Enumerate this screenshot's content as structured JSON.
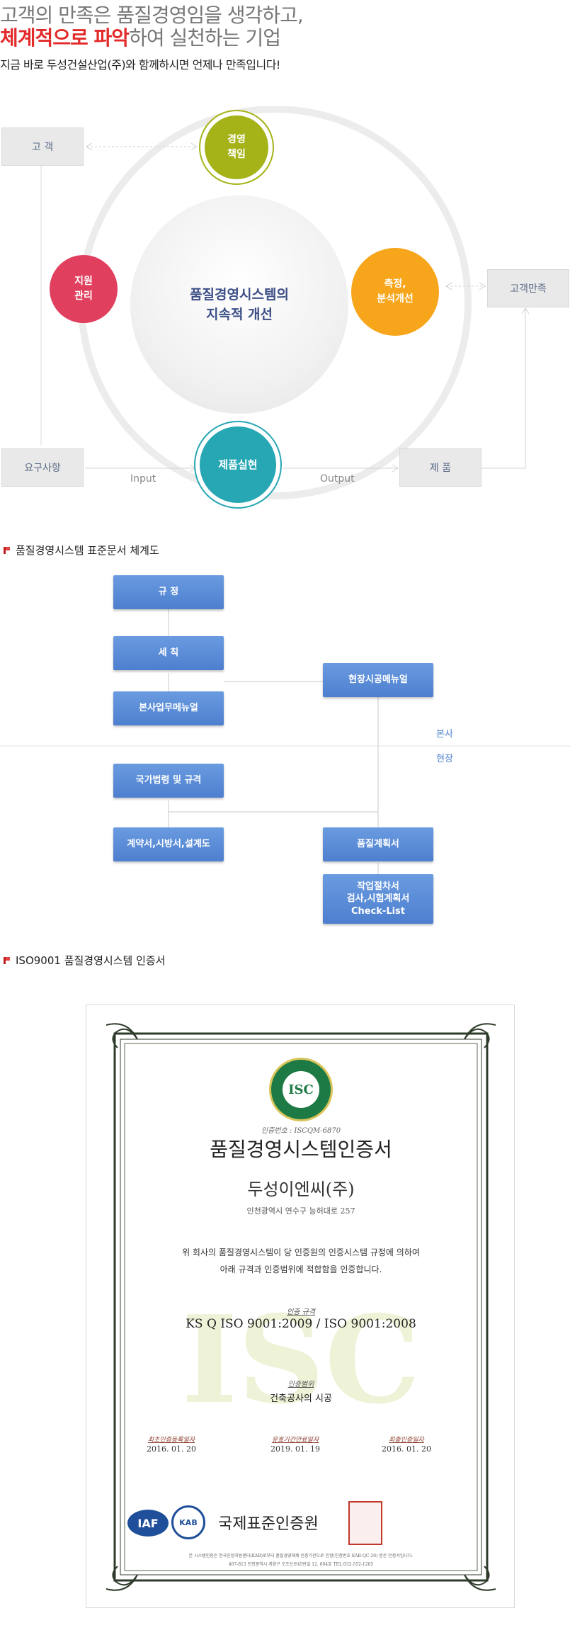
{
  "header": {
    "line1": "고객의 만족은 품질경영임을 생각하고,",
    "line2_highlight": "체계적으로 파악",
    "line2_rest": "하여 실천하는 기업",
    "subline": "지금 바로 두성건설산업(주)와 함께하시면 언제나 만족입니다!"
  },
  "cycle": {
    "center": [
      "품질경영시스템의",
      "지속적 개선"
    ],
    "top": [
      "경영",
      "책임"
    ],
    "left": [
      "지원",
      "관리"
    ],
    "right": [
      "측정,",
      "분석개선"
    ],
    "bottom": "제품실현",
    "box_customer": "고 객",
    "box_requirements": "요구사항",
    "box_product": "제 품",
    "box_satisfaction": "고객만족",
    "label_input": "Input",
    "label_output": "Output",
    "colors": {
      "top": "#a5b318",
      "left": "#e0405e",
      "right": "#f7a51b",
      "bottom": "#27a7b4"
    }
  },
  "section1": {
    "title": "품질경영시스템 표준문서 체계도"
  },
  "org": {
    "rule": "규 정",
    "detail": "세 칙",
    "hq_manual": "본사업무메뉴얼",
    "site_manual": "현장시공메뉴얼",
    "hq": "본사",
    "site": "현장",
    "law": "국가법령 및 규격",
    "contract": "계약서,시방서,설계도",
    "quality_plan": "품질계획서",
    "work_lines": [
      "작업절차서",
      "검사,시험계획서",
      "Check-List"
    ]
  },
  "section2": {
    "title": "ISO9001 품질경영시스템 인증서"
  },
  "certificate": {
    "cert_no": "인증번호 : ISCQM-6870",
    "title": "품질경영시스템인증서",
    "company": "두성이엔씨(주)",
    "address": "인천광역시 연수구 능허대로 257",
    "statement1": "위 회사의 품질경영시스템이 당 인증원의 인증시스템 규정에 의하여",
    "statement2": "아래 규격과 인증범위에 적합함을 인증합니다.",
    "std_label": "인증 규격",
    "standard": "KS Q ISO 9001:2009 / ISO 9001:2008",
    "scope_label": "인증범위",
    "scope": "건축공사의 시공",
    "date_labels": [
      "최초인증등록일자",
      "유효기간만료일자",
      "최종인증일자"
    ],
    "dates": [
      "2016. 01. 20",
      "2019. 01. 19",
      "2016. 01. 20"
    ],
    "logo_isc": "ISC",
    "logo_iaf": "IAF",
    "logo_kab": "KAB",
    "issuer": "국제표준인증원",
    "footer1": "본 시스템인증은 한국인정지원센터(KAB)로부터 품질경영체제 인증기관으로 인정(인정번호 KAB-QC-20) 받은 인증서입니다.",
    "footer2": "407-813 인천광역시 계양구 오조산로45번길 12, 804호 TEL:032-552-1205"
  }
}
